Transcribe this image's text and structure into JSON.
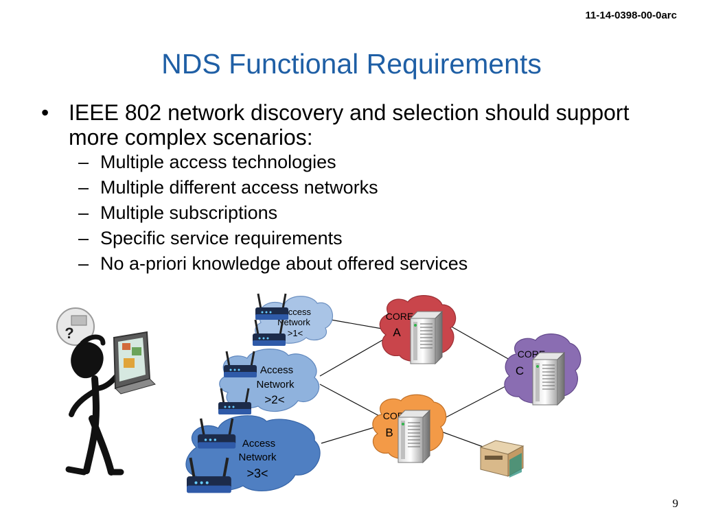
{
  "header": {
    "doc_id": "11-14-0398-00-0arc"
  },
  "slide": {
    "title": "NDS Functional Requirements",
    "bullet": {
      "marker": "•",
      "text": "IEEE 802 network discovery and selection should support more complex scenarios:"
    },
    "sub_marker": "–",
    "sub_items": [
      "Multiple access technologies",
      "Multiple different access networks",
      "Multiple subscriptions",
      "Specific service requirements",
      "No a-priori knowledge about offered services"
    ],
    "page_number": "9"
  },
  "diagram": {
    "person_sign": "?",
    "access_networks": [
      {
        "line1": "Access",
        "line2": "Network",
        "line3": ">1<",
        "color": "#a9c4e6"
      },
      {
        "line1": "Access",
        "line2": "Network",
        "line3": ">2<",
        "color": "#8fb2dd"
      },
      {
        "line1": "Access",
        "line2": "Network",
        "line3": ">3<",
        "color": "#4f7fc2"
      }
    ],
    "cores": [
      {
        "label": "CORE",
        "letter": "A",
        "color": "#c9454b"
      },
      {
        "label": "CORE",
        "letter": "B",
        "color": "#f39a47"
      },
      {
        "label": "CORE",
        "letter": "C",
        "color": "#8a6db2"
      }
    ]
  }
}
